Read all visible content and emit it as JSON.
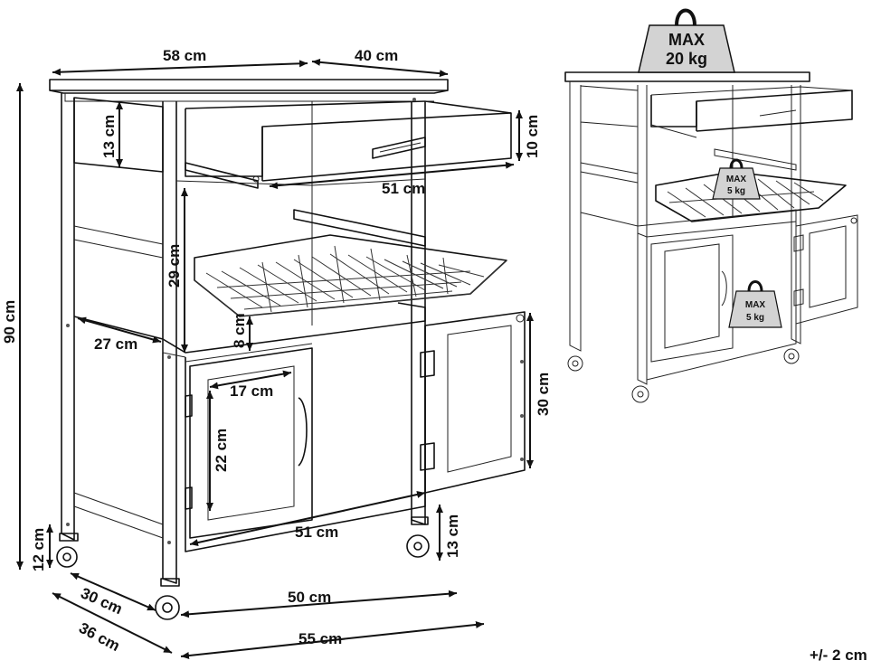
{
  "dimensions": {
    "top_width": "58 cm",
    "top_depth": "40 cm",
    "total_height": "90 cm",
    "drawer_panel_height": "13 cm",
    "drawer_height": "10 cm",
    "drawer_width": "51 cm",
    "basket_clearance": "29 cm",
    "basket_gap": "8 cm",
    "shelf_depth": "27 cm",
    "door_width": "17 cm",
    "door_height": "22 cm",
    "cabinet_height": "30 cm",
    "cabinet_width": "51 cm",
    "wheel_height_left": "12 cm",
    "wheel_height_right": "13 cm",
    "base_depth_inner": "30 cm",
    "base_width_inner": "50 cm",
    "base_depth_outer": "36 cm",
    "base_width_outer": "55 cm"
  },
  "weights": {
    "top": {
      "line1": "MAX",
      "line2": "20 kg"
    },
    "basket": {
      "line1": "MAX",
      "line2": "5 kg"
    },
    "shelf": {
      "line1": "MAX",
      "line2": "5 kg"
    }
  },
  "tolerance": "+/- 2 cm"
}
